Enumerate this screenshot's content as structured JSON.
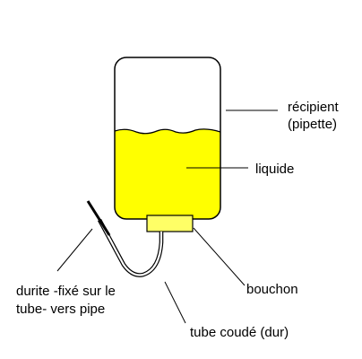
{
  "labels": {
    "recipient_line1": "récipient",
    "recipient_line2": "(pipette)",
    "liquid": "liquide",
    "stopper": "bouchon",
    "hose_line1": "durite -fixé sur le",
    "hose_line2": "tube- vers pipe",
    "bent_tube": "tube coudé (dur)"
  },
  "colors": {
    "liquid": "#ffff00",
    "stopper": "#ffff66",
    "outline": "#000000",
    "background": "#ffffff"
  }
}
